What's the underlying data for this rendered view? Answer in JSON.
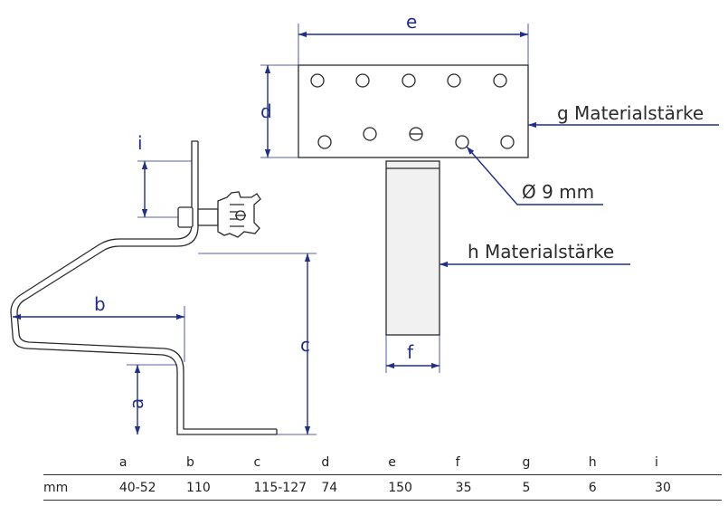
{
  "diagram": {
    "labels": {
      "a": "a",
      "b": "b",
      "c": "c",
      "d": "d",
      "e": "e",
      "f": "f",
      "i": "i",
      "g_material": "g Materialstärke",
      "h_material": "h Materialstärke",
      "hole": "Ø 9 mm"
    }
  },
  "table": {
    "headers": [
      "",
      "a",
      "b",
      "c",
      "d",
      "e",
      "f",
      "g",
      "h",
      "i"
    ],
    "rows": [
      [
        "mm",
        "40-52",
        "110",
        "115-127",
        "74",
        "150",
        "35",
        "5",
        "6",
        "30"
      ]
    ]
  },
  "colors": {
    "dimension": "#1f2e8f",
    "part": "#2a2a2a"
  }
}
